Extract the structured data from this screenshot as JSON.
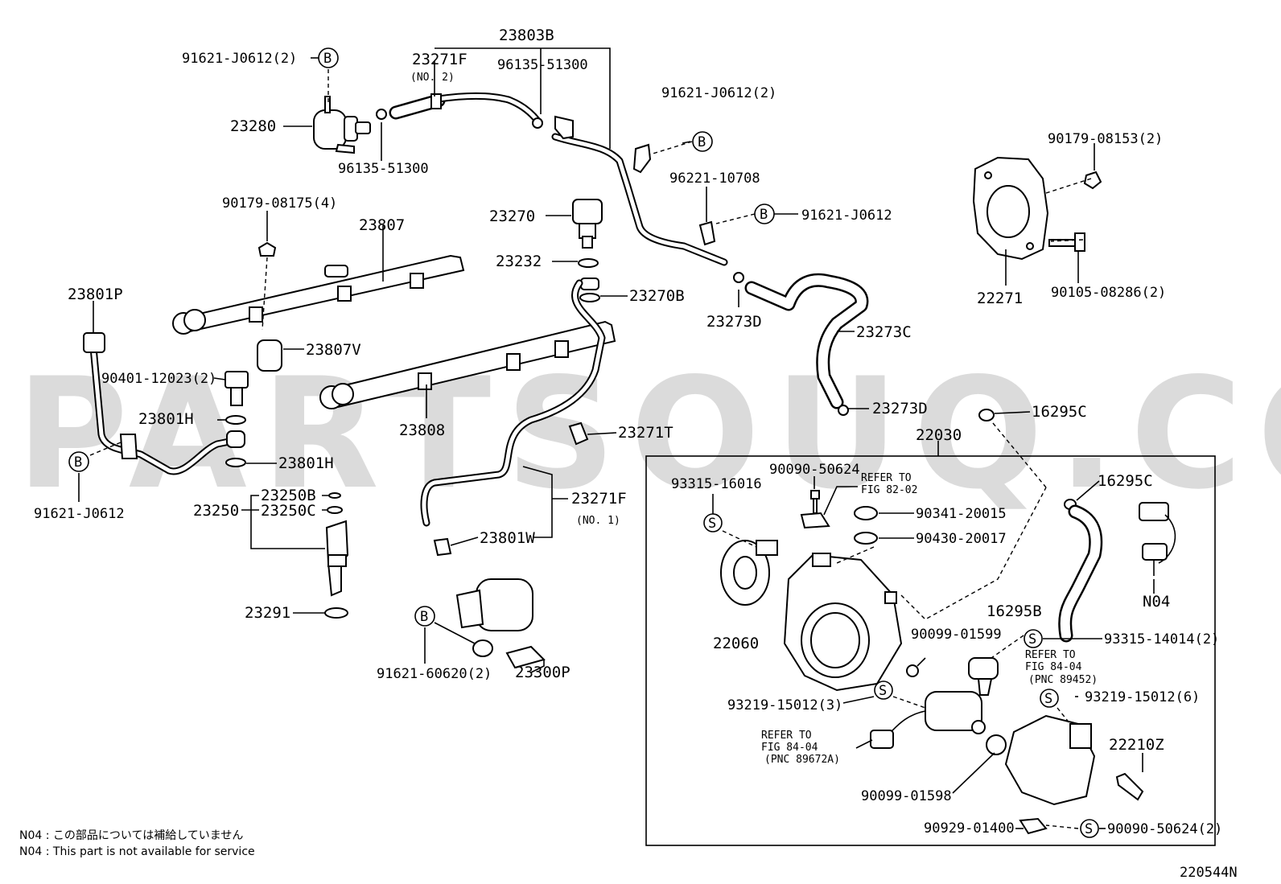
{
  "watermark": "PARTSOUQ.COM",
  "diagram_code": "220544N",
  "notes": [
    "N04 : この部品については補給していません",
    "N04 : This part is not available for service"
  ],
  "callout_letters": {
    "b": "B",
    "s": "S"
  },
  "labels": {
    "p23803B": "23803B",
    "p23271F_no2": "23271F",
    "p23271F_no2_sub": "(NO. 2)",
    "p96135_51300_top": "96135-51300",
    "p91621_J0612_2_top": "91621-J0612(2)",
    "p23280": "23280",
    "p96135_51300_bot": "96135-51300",
    "p91621_J0612_2_mid": "91621-J0612(2)",
    "p96221_10708": "96221-10708",
    "p91621_J0612_mid": "91621-J0612",
    "p90179_08153": "90179-08153(2)",
    "p90179_08175": "90179-08175(4)",
    "p23807": "23807",
    "p23270": "23270",
    "p23232": "23232",
    "p23270B": "23270B",
    "p23273D_top": "23273D",
    "p23273C": "23273C",
    "p22271": "22271",
    "p90105_08286": "90105-08286(2)",
    "p23801P": "23801P",
    "p23807V": "23807V",
    "p90401_12023": "90401-12023(2)",
    "p23801H_a": "23801H",
    "p23808": "23808",
    "p23273D_bot": "23273D",
    "p16295C_a": "16295C",
    "p23271T": "23271T",
    "p22030": "22030",
    "p23801H_b": "23801H",
    "p91621_J0612_left": "91621-J0612",
    "p23250B": "23250B",
    "p23250": "23250",
    "p23250C": "23250C",
    "p23271F_no1": "23271F",
    "p23271F_no1_sub": "(NO. 1)",
    "p23801W": "23801W",
    "p23291": "23291",
    "p91621_60620": "91621-60620(2)",
    "p23300P": "23300P",
    "p93315_16016": "93315-16016",
    "p90090_50624_top": "90090-50624",
    "p refer_82_1": "REFER TO",
    "p_refer_82_2": "FIG 82-02",
    "p90341_20015": "90341-20015",
    "p90430_20017": "90430-20017",
    "p16295C_b": "16295C",
    "p22060": "22060",
    "p16295B": "16295B",
    "p93315_14014": "93315-14014(2)",
    "p90099_01599": "90099-01599",
    "p_refer_84a_1": "REFER TO",
    "p_refer_84a_2": "FIG 84-04",
    "p_refer_84a_3": "(PNC 89452)",
    "pN04": "N04",
    "p93219_15012_3": "93219-15012(3)",
    "p93219_15012_6": "93219-15012(6)",
    "p_refer_84b_1": "REFER TO",
    "p_refer_84b_2": "FIG 84-04",
    "p_refer_84b_3": "(PNC 89672A)",
    "p22210Z": "22210Z",
    "p90099_01598": "90099-01598",
    "p90929_01400": "90929-01400",
    "p90090_50624_bot": "90090-50624(2)"
  }
}
